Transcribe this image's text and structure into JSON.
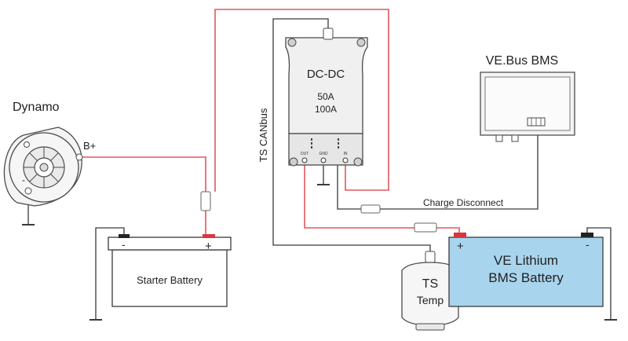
{
  "labels": {
    "dynamo": "Dynamo",
    "b_plus": "B+",
    "minus_small": "-",
    "dcdc": "DC-DC",
    "amps_1": "50A",
    "amps_2": "100A",
    "ts_canbus": "TS CANbus",
    "vebus_bms": "VE.Bus BMS",
    "charge_disconnect": "Charge Disconnect",
    "starter_battery": "Starter Battery",
    "starter_minus": "-",
    "starter_plus": "+",
    "ts_line1": "TS",
    "ts_line2": "Temp",
    "lithium_line1": "VE Lithium",
    "lithium_line2": "BMS Battery",
    "lithium_plus": "+",
    "lithium_minus": "-",
    "term_out": "OUT",
    "term_gnd": "GND",
    "term_in": "IN"
  },
  "colors": {
    "red_wire": "#e0565e",
    "black_wire": "#3a3a3a",
    "device_fill": "#f0f0f0",
    "lithium_fill": "#a9d4ee",
    "text": "#222222"
  }
}
